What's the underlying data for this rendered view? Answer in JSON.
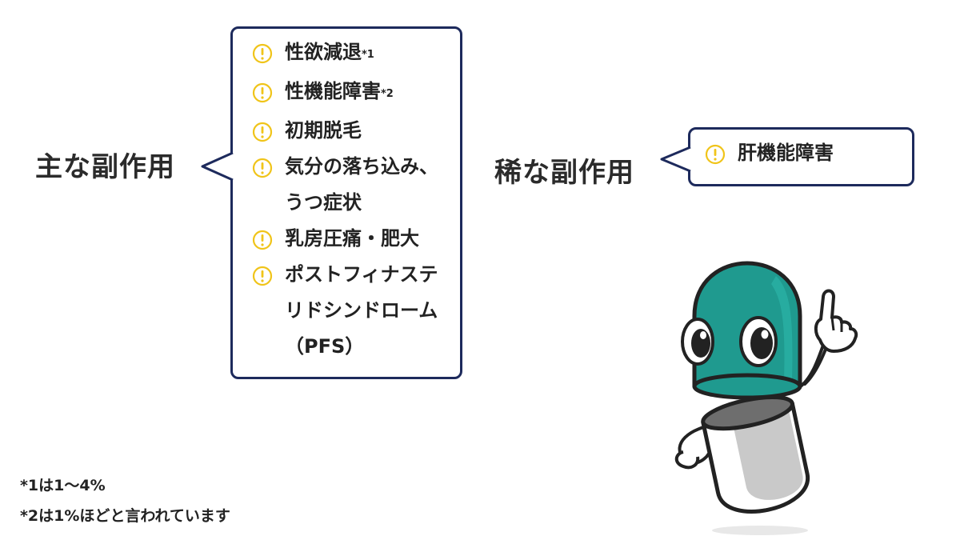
{
  "main_side_effects": {
    "label": "主な副作用",
    "items": [
      {
        "icon": "exclamation-circle-icon",
        "text": "性欲減退",
        "note": "*1"
      },
      {
        "icon": "exclamation-circle-icon",
        "text": "性機能障害",
        "note": "*2"
      },
      {
        "icon": "exclamation-circle-icon",
        "text": "初期脱毛"
      },
      {
        "icon": "exclamation-circle-icon",
        "text": "気分の落ち込み、うつ症状"
      },
      {
        "icon": "exclamation-circle-icon",
        "text": "乳房圧痛・肥大"
      },
      {
        "icon": "exclamation-circle-icon",
        "text": "ポストフィナステリドシンドローム（PFS）"
      }
    ]
  },
  "rare_side_effects": {
    "label": "稀な副作用",
    "items": [
      {
        "icon": "exclamation-circle-icon",
        "text": "肝機能障害"
      }
    ]
  },
  "footnotes": [
    "*1は1～4%",
    "*2は1%ほどと言われています"
  ],
  "mascot": {
    "description_icon": "capsule-mascot-pointing"
  },
  "colors": {
    "bubble_border": "#1d2a5c",
    "warning_yellow": "#f0c419",
    "mascot_teal": "#1f9a8f",
    "mascot_gray": "#c9c9c9"
  }
}
